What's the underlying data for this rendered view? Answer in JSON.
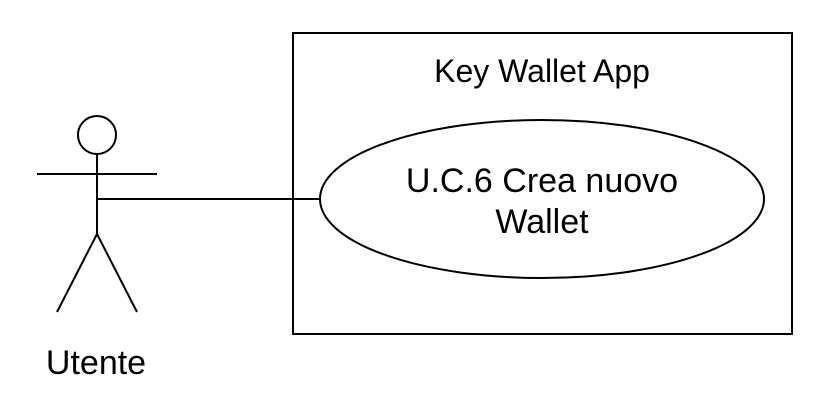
{
  "system": {
    "title": "Key Wallet App"
  },
  "use_case": {
    "line1": "U.C.6 Crea nuovo",
    "line2": "Wallet"
  },
  "actor": {
    "label": "Utente"
  },
  "colors": {
    "stroke": "#000000",
    "background": "#ffffff"
  }
}
